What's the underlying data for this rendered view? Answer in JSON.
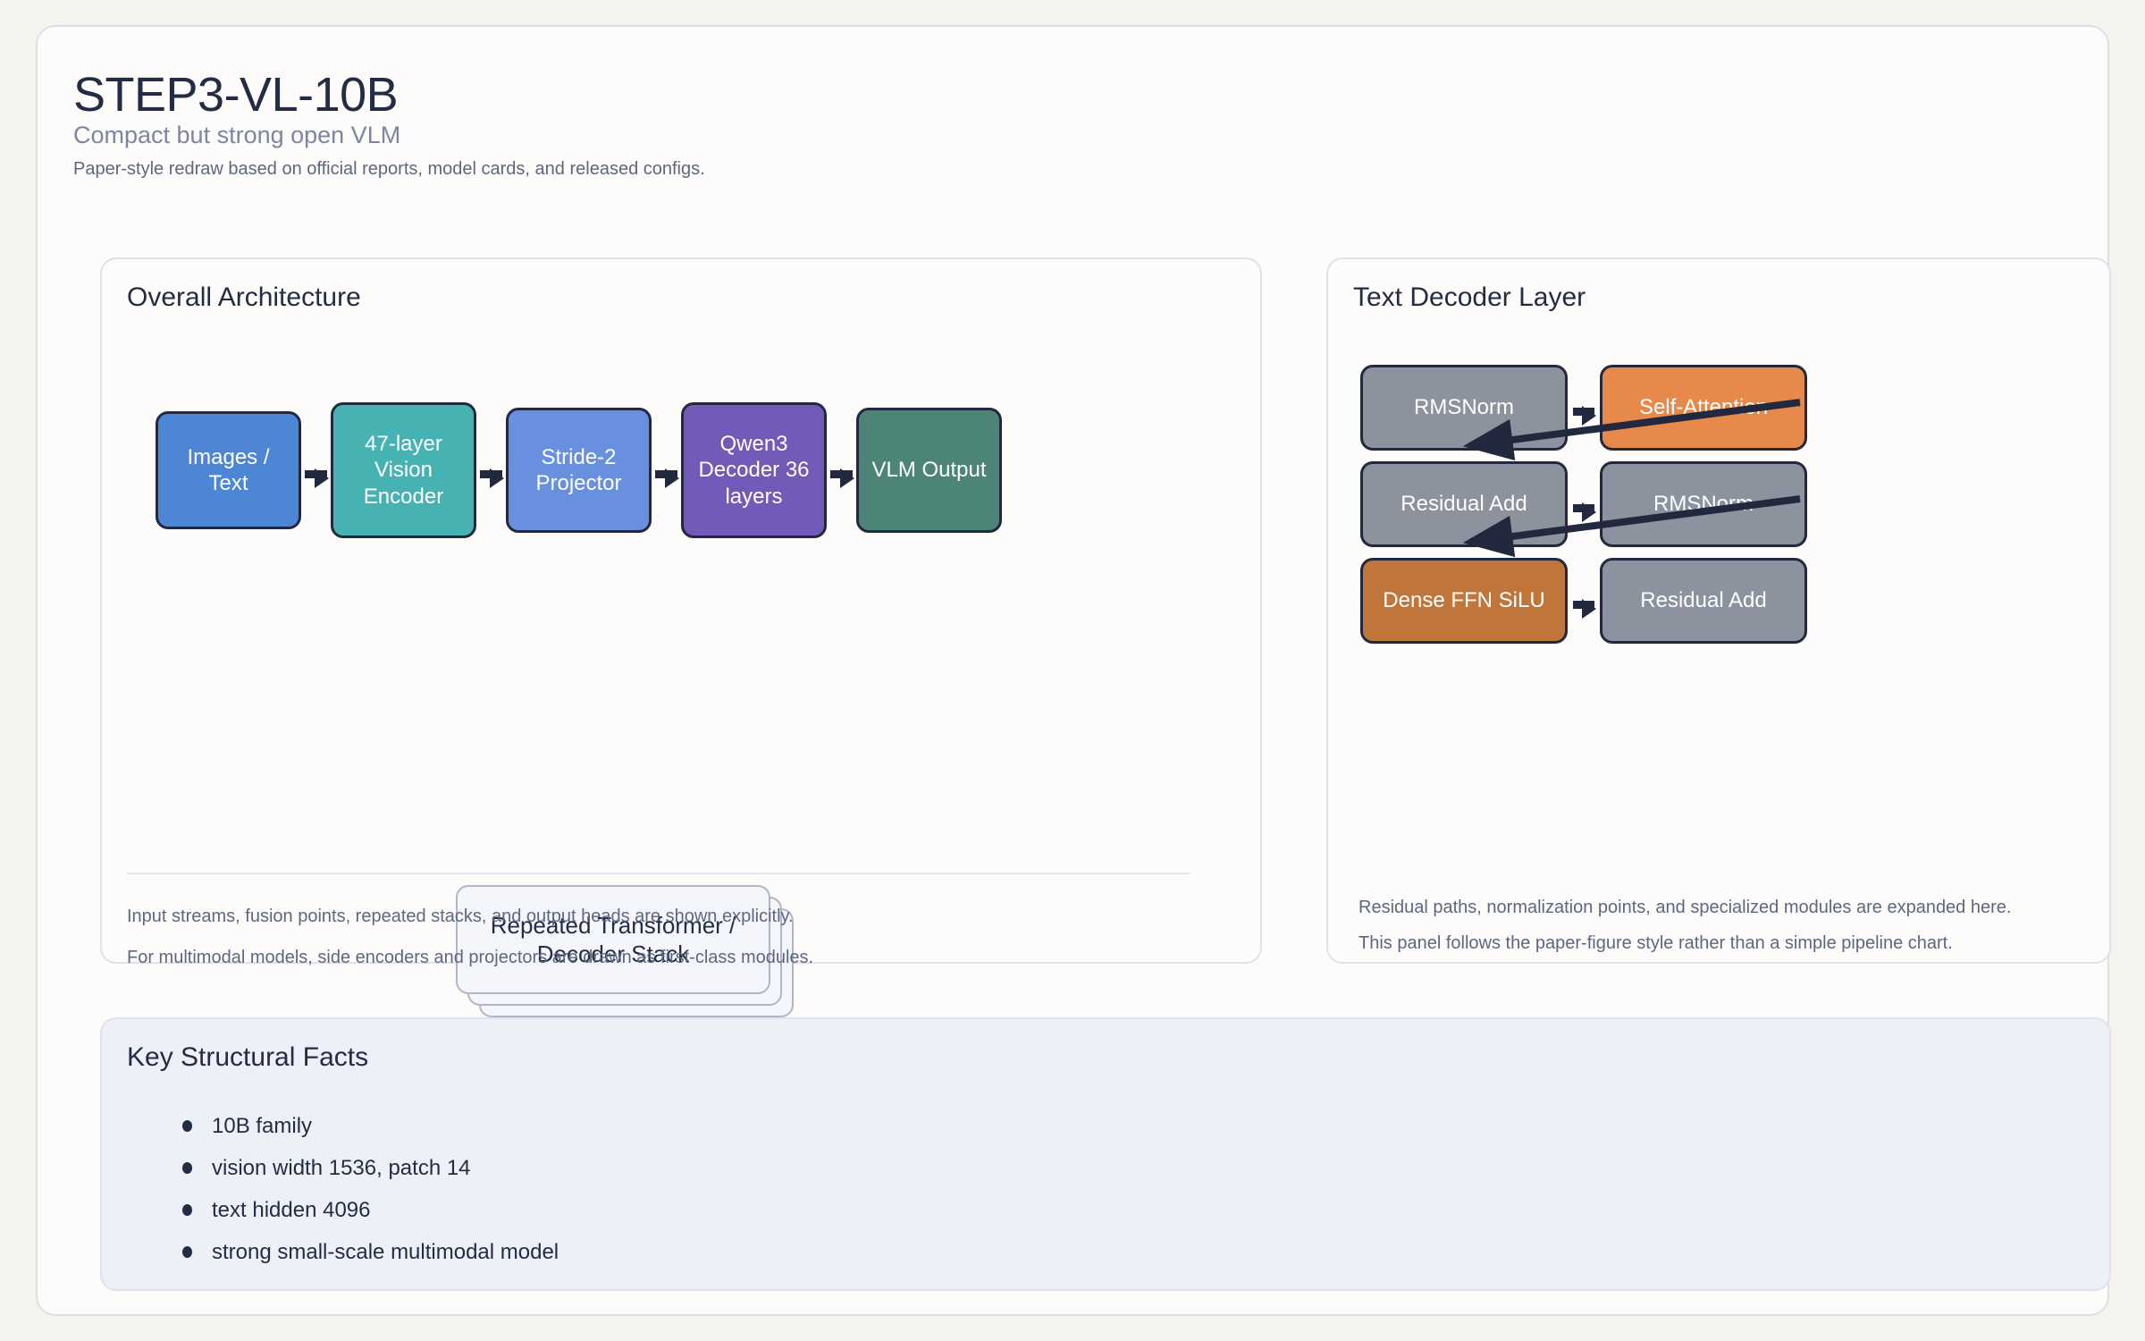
{
  "header": {
    "title": "STEP3-VL-10B",
    "subtitle": "Compact but strong open VLM",
    "lede": "Paper-style redraw based on official reports, model cards, and released configs."
  },
  "colors": {
    "page_background": "#f4f3ee",
    "card_background": "#fdfcfa",
    "ink": "#232c45",
    "muted_text": "#5d6782",
    "facts_panel": "#edf0f7",
    "node_blue": "#4d86d4",
    "node_teal": "#47b2b2",
    "node_light_blue": "#6990de",
    "node_purple": "#7359b8",
    "node_green": "#4c8578",
    "node_gray": "#8c939e",
    "node_orange": "#e6894b",
    "node_terracotta": "#c0763a"
  },
  "left_panel": {
    "title": "Overall Architecture",
    "pipeline": [
      {
        "label": "Images / Text",
        "color": "#4d86d4"
      },
      {
        "label": "47-layer\nVision\nEncoder",
        "color": "#47b2b2"
      },
      {
        "label": "Stride-2\nProjector",
        "color": "#6990de"
      },
      {
        "label": "Qwen3\nDecoder 36\nlayers",
        "color": "#7359b8"
      },
      {
        "label": "VLM Output",
        "color": "#4c8578"
      }
    ],
    "stack_label": "Repeated Transformer /\nDecoder Stack",
    "notes": [
      "Input streams, fusion points, repeated stacks, and output heads are shown explicitly.",
      "For multimodal models, side encoders and projectors are drawn as first-class modules."
    ]
  },
  "right_panel": {
    "title": "Text Decoder Layer",
    "blocks": [
      {
        "label": "RMSNorm",
        "color": "#8c939e"
      },
      {
        "label": "Self-Attention",
        "color": "#e6894b"
      },
      {
        "label": "Residual Add",
        "color": "#8c939e"
      },
      {
        "label": "RMSNorm",
        "color": "#8c939e"
      },
      {
        "label": "Dense FFN SiLU",
        "color": "#c0763a"
      },
      {
        "label": "Residual Add",
        "color": "#8c939e"
      }
    ],
    "notes": [
      "Residual paths, normalization points, and specialized modules are expanded here.",
      "This panel follows the paper-figure style rather than a simple pipeline chart."
    ]
  },
  "facts_panel": {
    "title": "Key Structural Facts",
    "items": [
      "10B family",
      "vision width 1536, patch 14",
      "text hidden 4096",
      "strong small-scale multimodal model"
    ]
  }
}
